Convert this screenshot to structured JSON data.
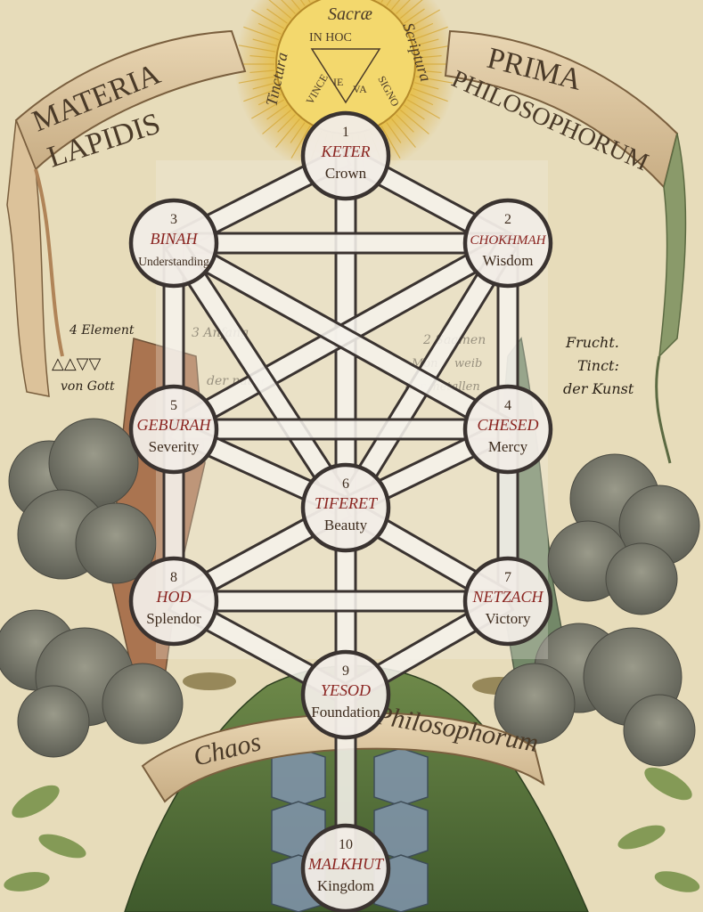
{
  "artwork": {
    "banner_left": [
      "MATERIA",
      "LAPIDIS"
    ],
    "banner_right": [
      "PRIMA",
      "PHILOSOPHORUM"
    ],
    "sun_lettering": [
      "Sacræ",
      "IN HOC",
      "Tinctura",
      "Scriptura",
      "VINCE",
      "SIGNO",
      "IE",
      "VA"
    ],
    "left_marginalia": [
      "4 Element",
      "von Gott",
      "3 Anfang",
      "der natur"
    ],
    "right_marginalia": [
      "Frucht.",
      "Tinct:",
      "der Kunst",
      "2 Saamen",
      "Mon",
      "weib",
      "der metallen"
    ],
    "lower_banner": [
      "Chaos",
      "Philosophorum"
    ]
  },
  "sefirot": [
    {
      "num": "1",
      "name": "KETER",
      "meaning": "Crown"
    },
    {
      "num": "2",
      "name": "CHOKHMAH",
      "meaning": "Wisdom"
    },
    {
      "num": "3",
      "name": "BINAH",
      "meaning": "Understanding"
    },
    {
      "num": "4",
      "name": "CHESED",
      "meaning": "Mercy"
    },
    {
      "num": "5",
      "name": "GEBURAH",
      "meaning": "Severity"
    },
    {
      "num": "6",
      "name": "TIFERET",
      "meaning": "Beauty"
    },
    {
      "num": "7",
      "name": "NETZACH",
      "meaning": "Victory"
    },
    {
      "num": "8",
      "name": "HOD",
      "meaning": "Splendor"
    },
    {
      "num": "9",
      "name": "YESOD",
      "meaning": "Foundation"
    },
    {
      "num": "10",
      "name": "MALKHUT",
      "meaning": "Kingdom"
    }
  ],
  "paths": [
    [
      1,
      2
    ],
    [
      1,
      3
    ],
    [
      1,
      6
    ],
    [
      2,
      3
    ],
    [
      2,
      4
    ],
    [
      2,
      5
    ],
    [
      2,
      6
    ],
    [
      3,
      4
    ],
    [
      3,
      5
    ],
    [
      3,
      6
    ],
    [
      4,
      5
    ],
    [
      4,
      6
    ],
    [
      4,
      7
    ],
    [
      5,
      6
    ],
    [
      5,
      8
    ],
    [
      6,
      7
    ],
    [
      6,
      8
    ],
    [
      6,
      9
    ],
    [
      7,
      8
    ],
    [
      7,
      9
    ],
    [
      8,
      9
    ],
    [
      9,
      10
    ]
  ],
  "colors": {
    "parchment": "#efe6c8",
    "sefira_fill": "#f1ece6",
    "sefira_stroke": "#3a3330",
    "path_fill": "#f5f1ea",
    "name_red": "#8a2420",
    "text_dark": "#3d2b1d"
  }
}
